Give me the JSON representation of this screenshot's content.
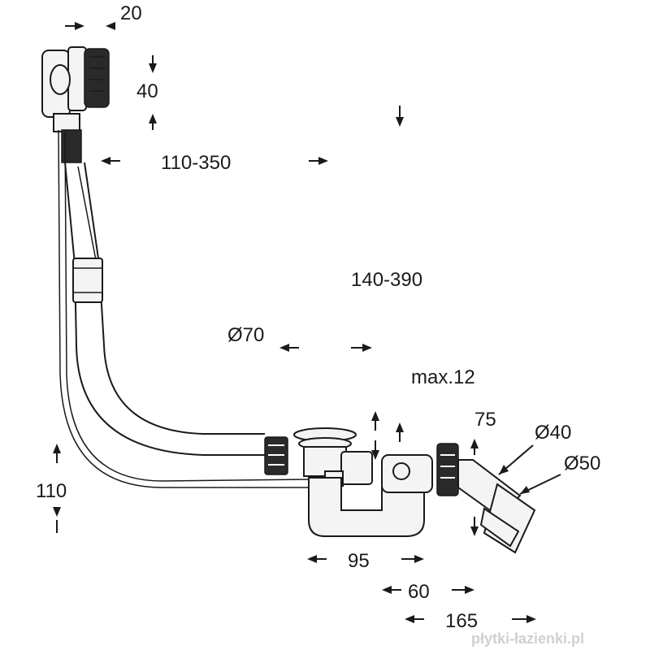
{
  "dimensions": {
    "overflow_width": "20",
    "overflow_height": "40",
    "overflow_reach": "110-350",
    "drain_reach": "140-390",
    "plug_diameter": "Ø70",
    "bath_thickness": "max.12",
    "outlet_drop": "75",
    "outlet_d40": "Ø40",
    "outlet_d50": "Ø50",
    "trap_height": "110",
    "trap_width": "95",
    "outlet_offset": "60",
    "total_length": "165"
  },
  "watermark": "płytki-łazienki.pl"
}
